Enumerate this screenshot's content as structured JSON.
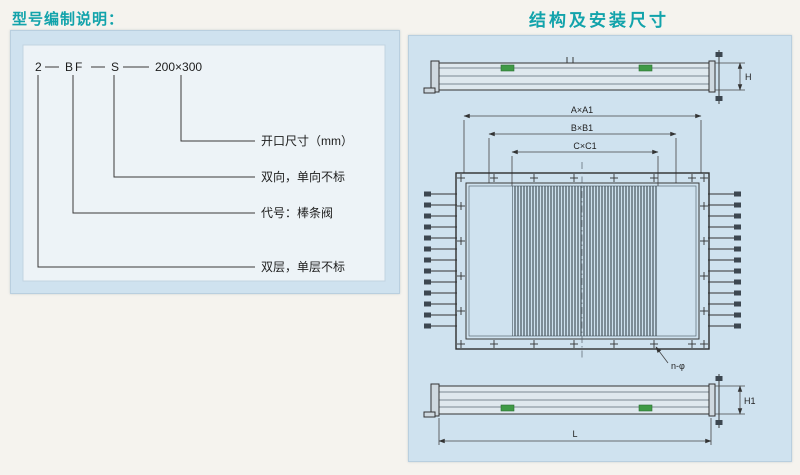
{
  "page": {
    "left_title": "型号编制说明：",
    "right_title": "结构及安装尺寸"
  },
  "model_code": {
    "part_layers": "2",
    "part_code": "BF",
    "part_direction": "S",
    "part_size": "200×300",
    "label_opening": "开口尺寸（mm）",
    "label_direction": "双向，单向不标",
    "label_code": "代号：棒条阀",
    "label_layers": "双层，单层不标"
  },
  "drawing": {
    "dim_a": "A×A1",
    "dim_b": "B×B1",
    "dim_c": "C×C1",
    "dim_h": "H",
    "dim_h1": "H1",
    "dim_l": "L",
    "holes_note": "n-φ"
  },
  "colors": {
    "accent_teal": "#12a3ab",
    "panel_blue": "#cfe2ef",
    "line": "#3a3a3a",
    "green_accent": "#3f9a46"
  }
}
